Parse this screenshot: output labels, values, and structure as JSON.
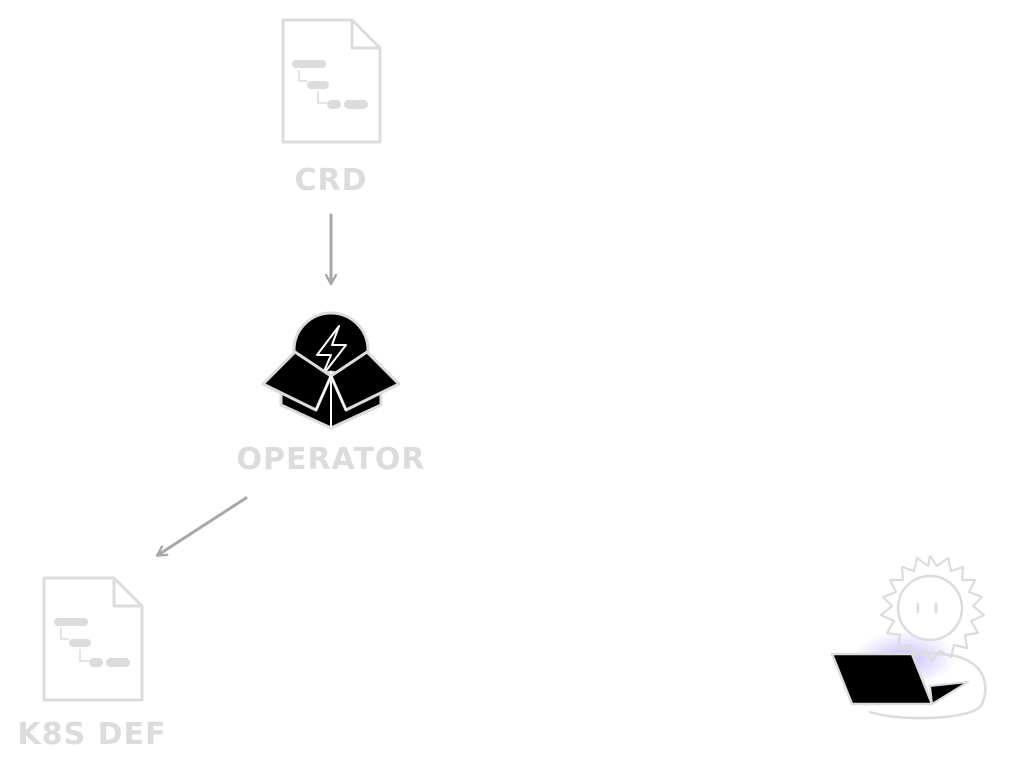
{
  "nodes": {
    "crd": {
      "label": "CRD",
      "icon": "document-tree-icon"
    },
    "operator": {
      "label": "OPERATOR",
      "icon": "box-lightning-icon"
    },
    "k8s_def": {
      "label": "K8S DEF",
      "icon": "document-tree-icon"
    },
    "user": {
      "icon": "person-laptop-icon"
    }
  },
  "edges": [
    {
      "from": "CRD",
      "to": "OPERATOR"
    },
    {
      "from": "OPERATOR",
      "to": "K8S DEF"
    }
  ],
  "colors": {
    "faded": "#dcdcdc",
    "arrow": "#a8a8a8",
    "ink": "#000000",
    "glow": "#b9a8ff"
  }
}
